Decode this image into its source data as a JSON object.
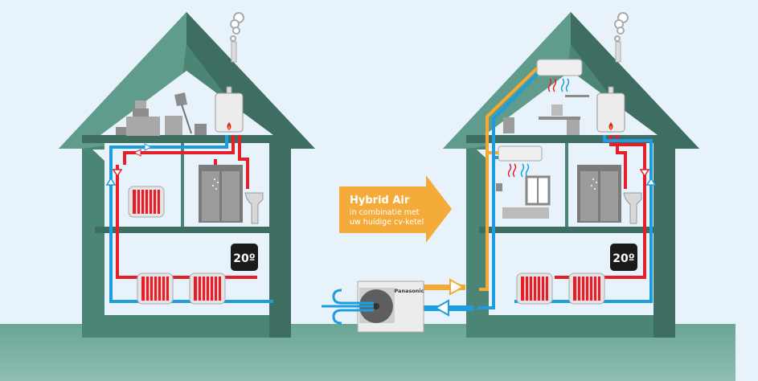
{
  "arrow": {
    "title": "Hybrid Air",
    "subtitle_line1": "in combinatie met",
    "subtitle_line2": "uw huidige cv-ketel"
  },
  "left_house": {
    "thermostat": "20º"
  },
  "right_house": {
    "thermostat": "20º"
  },
  "heat_pump": {
    "brand": "Panasonic"
  },
  "colors": {
    "background": "#e8f2fb",
    "house": "#4b8575",
    "roof_light": "#5f9c8c",
    "roof_dark": "#3e6e61",
    "ground": "#6aa595",
    "hot_pipe": "#e3202a",
    "cold_pipe": "#1d9ddf",
    "heatpump_pipe": "#f5a935",
    "arrow": "#f5ab3a"
  }
}
